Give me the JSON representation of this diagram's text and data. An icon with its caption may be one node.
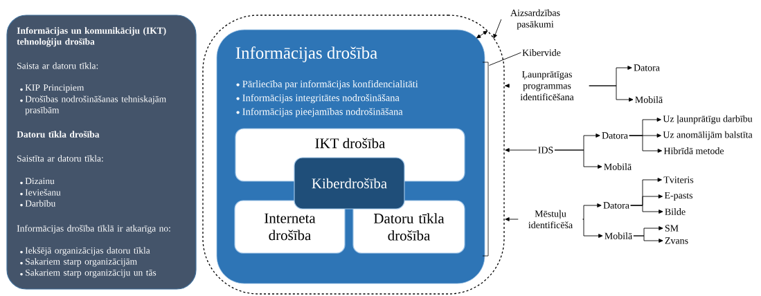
{
  "diagram": {
    "nodes": [
      {
        "text": [
          "Informācijas un komunikāciju (IKT) tehnoloģiju drošība",
          "Saista ar datoru tīkla:",
          "KIP Principiem",
          "Drošības nodrošināšanas tehniskajām prasībām",
          "Datoru tīkla drošība",
          "Saistīta ar datoru tīkla:",
          "Dizainu",
          "Ieviešanu",
          "Darbību",
          "Informācijas drošība tīklā ir atkarīga no:",
          "Iekšējā organizācijas datoru tīkla",
          "Sakariem starp organizācijām",
          "Sakariem starp organizāciju un tās"
        ]
      },
      {
        "text": [],
        "shape": "box"
      },
      {
        "text": [
          "Informācijas drošība",
          "Pārliecība par informācijas konfidencialitāti",
          "Informācijas integritātes nodrošināšana",
          "Informācijas pieejamības nodrošināšana"
        ],
        "in": 1
      },
      {
        "text": [
          "IKT drošība"
        ],
        "in": 2
      },
      {
        "text": [
          "Interneta drošība"
        ],
        "in": 2
      },
      {
        "text": [
          "Datoru tīkla drošība"
        ],
        "in": 2
      },
      {
        "text": [
          "Kiberdrošība"
        ],
        "in": 2
      },
      {
        "text": [
          "Aizsardzības pasākumi"
        ]
      },
      {
        "text": [
          "Kibervide"
        ]
      },
      {
        "text": [
          "Ļaunprātīgas programmas identificēšana"
        ]
      },
      {
        "text": [
          "Datora"
        ]
      },
      {
        "text": [
          "Mobilā"
        ]
      },
      {
        "text": [
          "IDS"
        ]
      },
      {
        "text": [
          "Datora"
        ]
      },
      {
        "text": [
          "Mobilā"
        ]
      },
      {
        "text": [
          "Uz ļaunprātīgu darbību"
        ]
      },
      {
        "text": [
          "Uz anomālijām balstīta"
        ]
      },
      {
        "text": [
          "Hibrīdā metode"
        ]
      },
      {
        "text": [
          "Mēstuļu identificēša"
        ]
      },
      {
        "text": [
          "Datora"
        ]
      },
      {
        "text": [
          "Mobilā"
        ]
      },
      {
        "text": [
          "Tviteris"
        ]
      },
      {
        "text": [
          "E-pasts"
        ]
      },
      {
        "text": [
          "Bilde"
        ]
      },
      {
        "text": [
          "SM"
        ]
      },
      {
        "text": [
          "Zvans"
        ]
      }
    ],
    "edges": [
      {
        "from": 7,
        "to": 1,
        "arrow": "to"
      },
      {
        "from": 1,
        "to": 2,
        "arrow": "both"
      },
      {
        "from": 8,
        "to": 2,
        "arrow": "none"
      },
      {
        "from": 9,
        "to": 1,
        "arrow": "to"
      },
      {
        "from": 9,
        "to": 10,
        "arrow": "to"
      },
      {
        "from": 9,
        "to": 11,
        "arrow": "to"
      },
      {
        "from": 12,
        "to": 1,
        "arrow": "to"
      },
      {
        "from": 12,
        "to": 13,
        "arrow": "to"
      },
      {
        "from": 12,
        "to": 14,
        "arrow": "to"
      },
      {
        "from": 13,
        "to": 15,
        "arrow": "to"
      },
      {
        "from": 13,
        "to": 16,
        "arrow": "to"
      },
      {
        "from": 13,
        "to": 17,
        "arrow": "to"
      },
      {
        "from": 18,
        "to": 1,
        "arrow": "to"
      },
      {
        "from": 18,
        "to": 19,
        "arrow": "to"
      },
      {
        "from": 18,
        "to": 20,
        "arrow": "to"
      },
      {
        "from": 19,
        "to": 21,
        "arrow": "to"
      },
      {
        "from": 19,
        "to": 22,
        "arrow": "to"
      },
      {
        "from": 19,
        "to": 23,
        "arrow": "to"
      },
      {
        "from": 20,
        "to": 24,
        "arrow": "to"
      },
      {
        "from": 20,
        "to": 25,
        "arrow": "to"
      }
    ]
  }
}
